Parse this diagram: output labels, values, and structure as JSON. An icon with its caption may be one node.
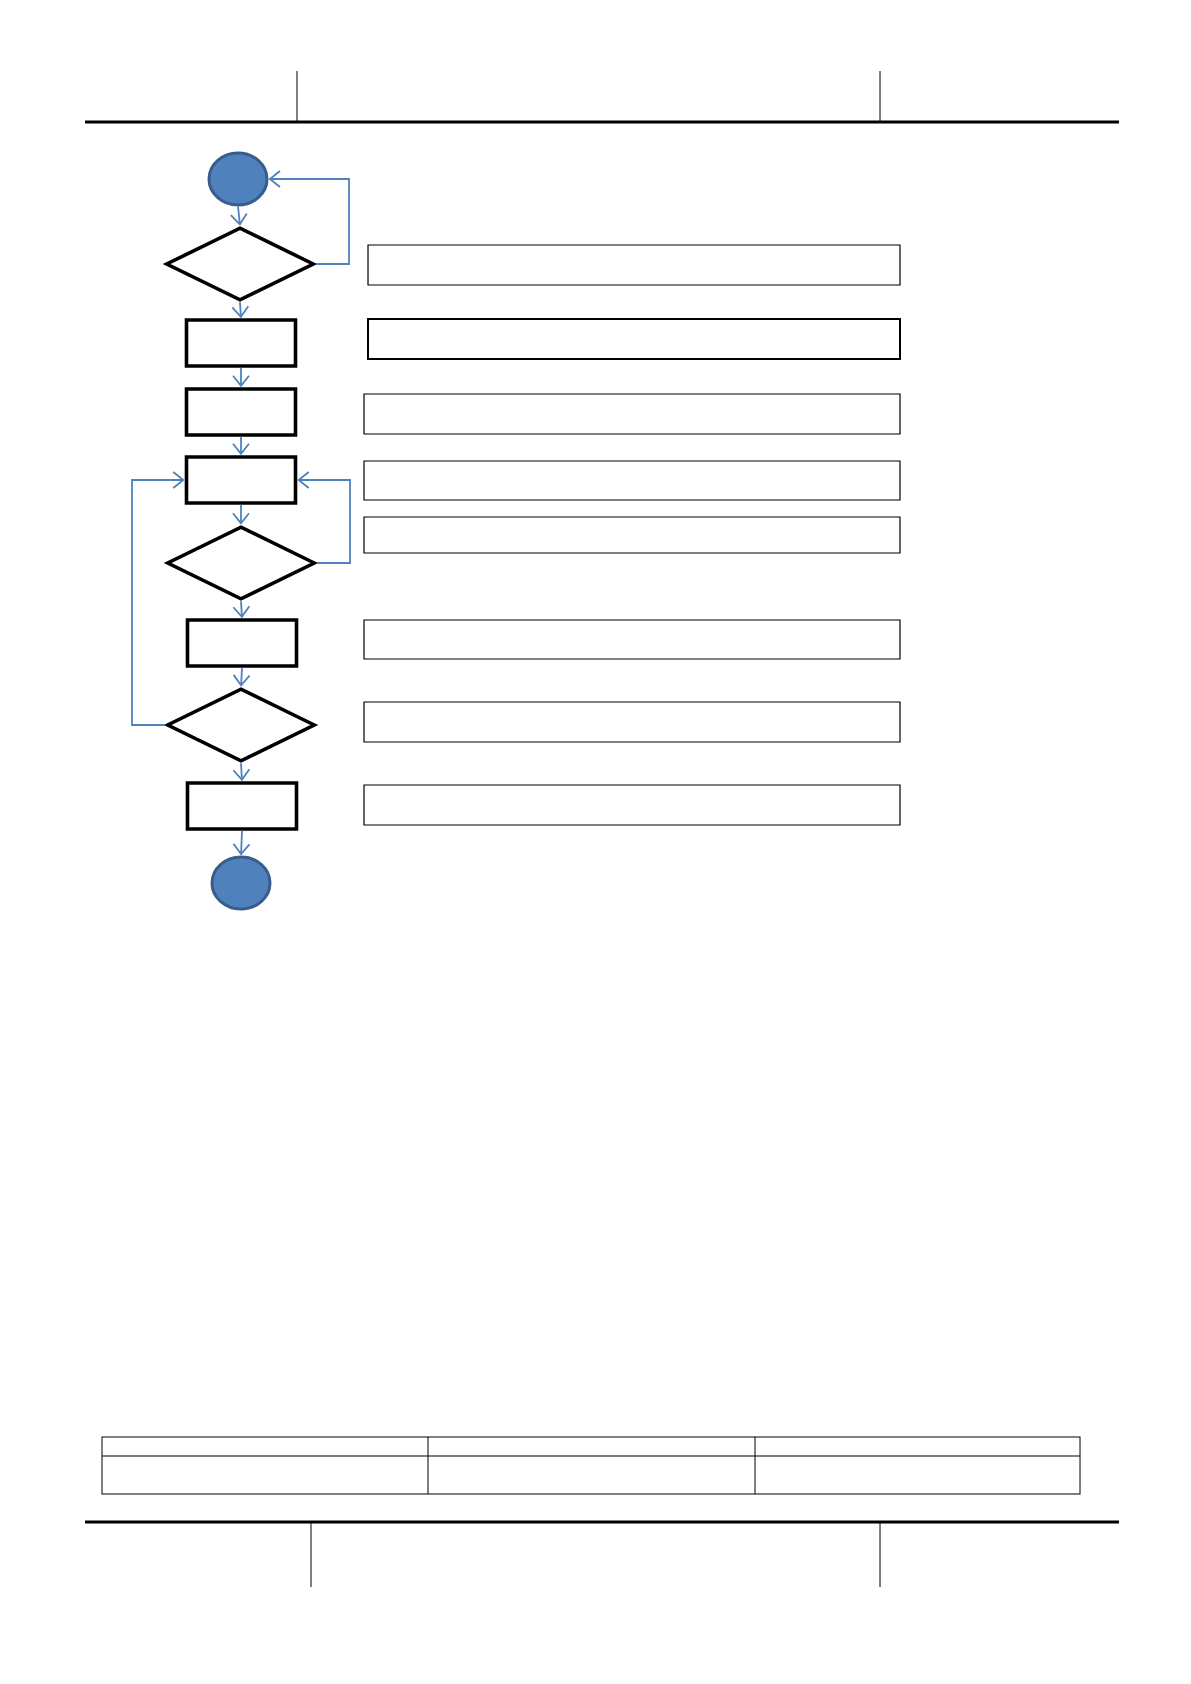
{
  "diagram": {
    "nodes": [
      {
        "text": [],
        "shape": "circle"
      },
      {
        "text": [],
        "shape": "diamond"
      },
      {
        "text": [],
        "shape": "box"
      },
      {
        "text": [],
        "shape": "box"
      },
      {
        "text": [],
        "shape": "box"
      },
      {
        "text": [],
        "shape": "diamond"
      },
      {
        "text": [],
        "shape": "box"
      },
      {
        "text": [],
        "shape": "diamond"
      },
      {
        "text": [],
        "shape": "box"
      },
      {
        "text": [],
        "shape": "circle"
      },
      {
        "text": [],
        "shape": "box"
      },
      {
        "text": [],
        "shape": "box"
      },
      {
        "text": [],
        "shape": "box"
      },
      {
        "text": [],
        "shape": "box"
      },
      {
        "text": [],
        "shape": "box"
      },
      {
        "text": [],
        "shape": "box"
      },
      {
        "text": [],
        "shape": "box"
      },
      {
        "text": [],
        "shape": "box"
      }
    ],
    "edges": [
      {
        "from": 0,
        "to": 1,
        "arrow": "to"
      },
      {
        "from": 1,
        "to": 0,
        "arrow": "to"
      },
      {
        "from": 1,
        "to": 2,
        "arrow": "to"
      },
      {
        "from": 2,
        "to": 3,
        "arrow": "to"
      },
      {
        "from": 3,
        "to": 4,
        "arrow": "to"
      },
      {
        "from": 4,
        "to": 5,
        "arrow": "to"
      },
      {
        "from": 5,
        "to": 4,
        "arrow": "to"
      },
      {
        "from": 5,
        "to": 6,
        "arrow": "to"
      },
      {
        "from": 6,
        "to": 7,
        "arrow": "to"
      },
      {
        "from": 7,
        "to": 4,
        "arrow": "to"
      },
      {
        "from": 7,
        "to": 8,
        "arrow": "to"
      },
      {
        "from": 8,
        "to": 9,
        "arrow": "to"
      }
    ]
  }
}
